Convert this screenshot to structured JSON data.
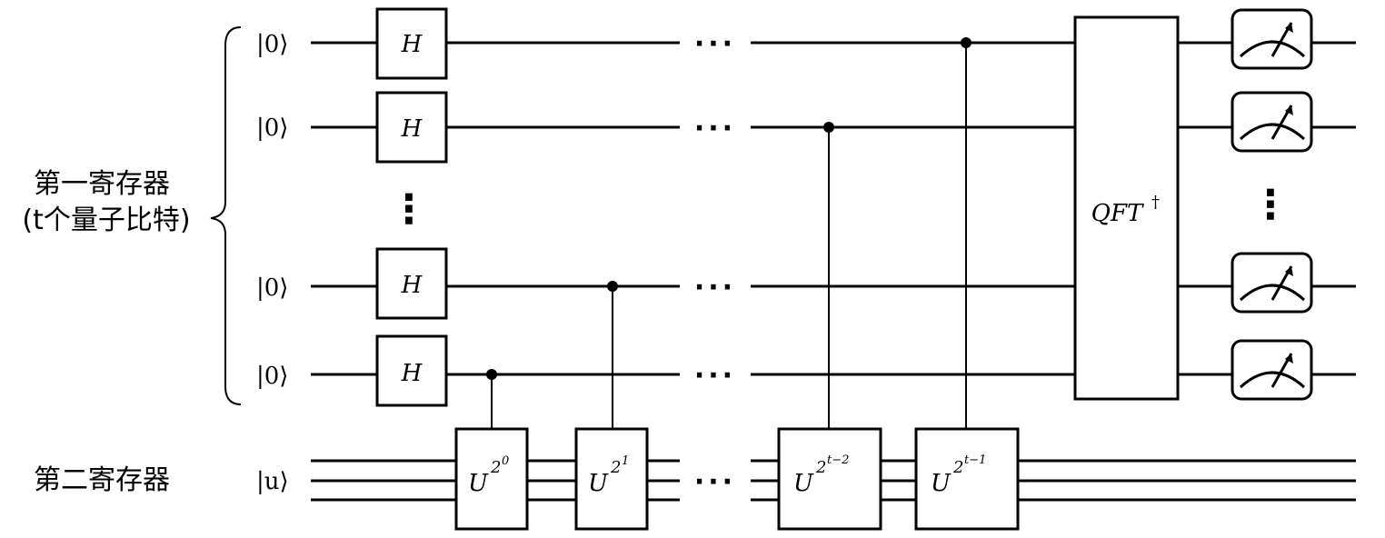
{
  "register1": {
    "label_line1": "第一寄存器",
    "label_line2": "(t个量子比特)"
  },
  "register2": {
    "label": "第二寄存器"
  },
  "qubits": {
    "ket0": "|0⟩",
    "ketu": "|u⟩"
  },
  "gates": {
    "h": "H",
    "u": "U",
    "u_base": "2",
    "exponents": [
      "0",
      "1",
      "t−2",
      "t−1"
    ],
    "qft_main": "QFT",
    "qft_dagger": "†"
  },
  "ellipsis": "···",
  "vdots": "⋮"
}
